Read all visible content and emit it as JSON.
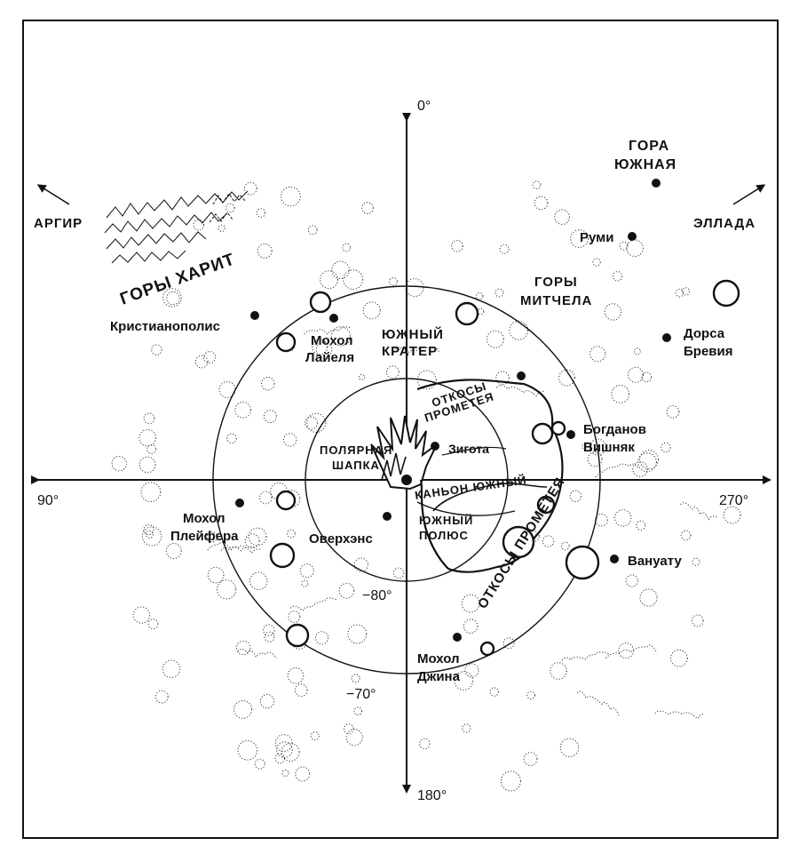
{
  "axes": {
    "top": "0°",
    "bottom": "180°",
    "left": "90°",
    "right": "270°"
  },
  "latitudes": {
    "inner": "−80°",
    "outer": "−70°"
  },
  "directions": {
    "argir": "АРГИР",
    "ellada": "ЭЛЛАДА"
  },
  "regions": {
    "gory_kharit": "ГОРЫ ХАРИТ",
    "gory_mitchela_1": "ГОРЫ",
    "gory_mitchela_2": "МИТЧЕЛА",
    "gora_yuzhnaya_1": "ГОРА",
    "gora_yuzhnaya_2": "ЮЖНАЯ",
    "yuzhny_krater_1": "ЮЖНЫЙ",
    "yuzhny_krater_2": "КРАТЕР",
    "otkosy_prometeya_a_1": "ОТКОСЫ",
    "otkosy_prometeya_a_2": "ПРОМЕТЕЯ",
    "otkosy_prometeya_b": "ОТКОСЫ ПРОМЕТЕЯ",
    "polyarnaya_1": "ПОЛЯРНАЯ",
    "polyarnaya_2": "ШАПКА",
    "kanyon": "КАНЬОН ЮЖНЫЙ",
    "polyus_1": "ЮЖНЫЙ",
    "polyus_2": "ПОЛЮС"
  },
  "places": {
    "kristianopolis": "Кристианополис",
    "mokhol_layelya_1": "Мохол",
    "mokhol_layelya_2": "Лайеля",
    "rumi": "Руми",
    "dorsa_1": "Дорса",
    "dorsa_2": "Бревия",
    "bogdanov_1": "Богданов",
    "bogdanov_2": "Вишняк",
    "zigota": "Зигота",
    "mokhol_pleyfera_1": "Мохол",
    "mokhol_pleyfera_2": "Плейфера",
    "overkhens": "Оверхэнс",
    "vanuatu": "Вануату",
    "mokhol_dzhina_1": "Мохол",
    "mokhol_dzhina_2": "Джина"
  }
}
